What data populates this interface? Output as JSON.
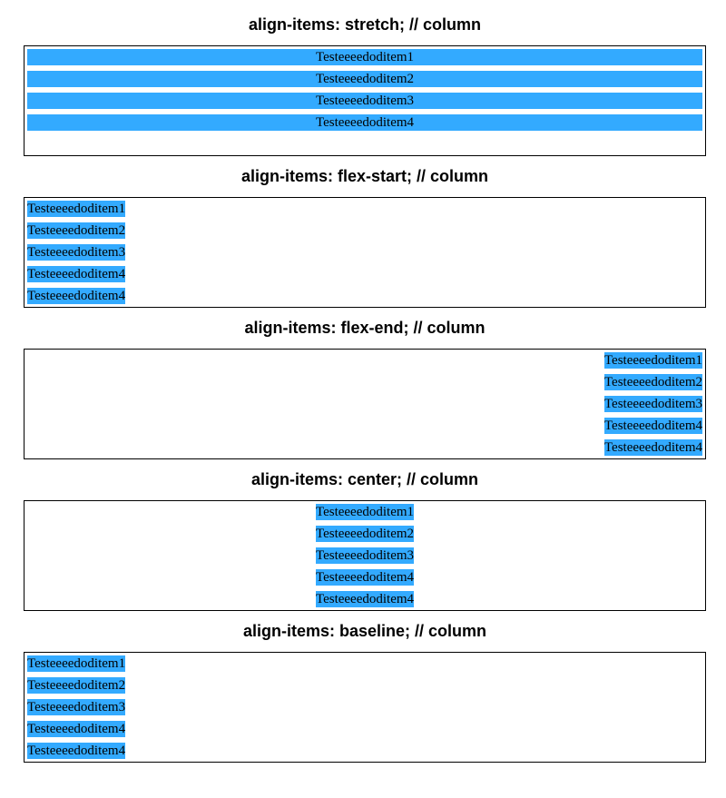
{
  "sections": [
    {
      "title": "align-items: stretch; // column",
      "items": [
        "Testeeeedoditem1",
        "Testeeeedoditem2",
        "Testeeeedoditem3",
        "Testeeeedoditem4"
      ]
    },
    {
      "title": "align-items: flex-start; // column",
      "items": [
        "Testeeeedoditem1",
        "Testeeeedoditem2",
        "Testeeeedoditem3",
        "Testeeeedoditem4",
        "Testeeeedoditem4"
      ]
    },
    {
      "title": "align-items: flex-end; // column",
      "items": [
        "Testeeeedoditem1",
        "Testeeeedoditem2",
        "Testeeeedoditem3",
        "Testeeeedoditem4",
        "Testeeeedoditem4"
      ]
    },
    {
      "title": "align-items: center; // column",
      "items": [
        "Testeeeedoditem1",
        "Testeeeedoditem2",
        "Testeeeedoditem3",
        "Testeeeedoditem4",
        "Testeeeedoditem4"
      ]
    },
    {
      "title": "align-items: baseline; // column",
      "items": [
        "Testeeeedoditem1",
        "Testeeeedoditem2",
        "Testeeeedoditem3",
        "Testeeeedoditem4",
        "Testeeeedoditem4"
      ]
    }
  ],
  "colors": {
    "item_background": "#33aaff",
    "border": "#000000"
  }
}
